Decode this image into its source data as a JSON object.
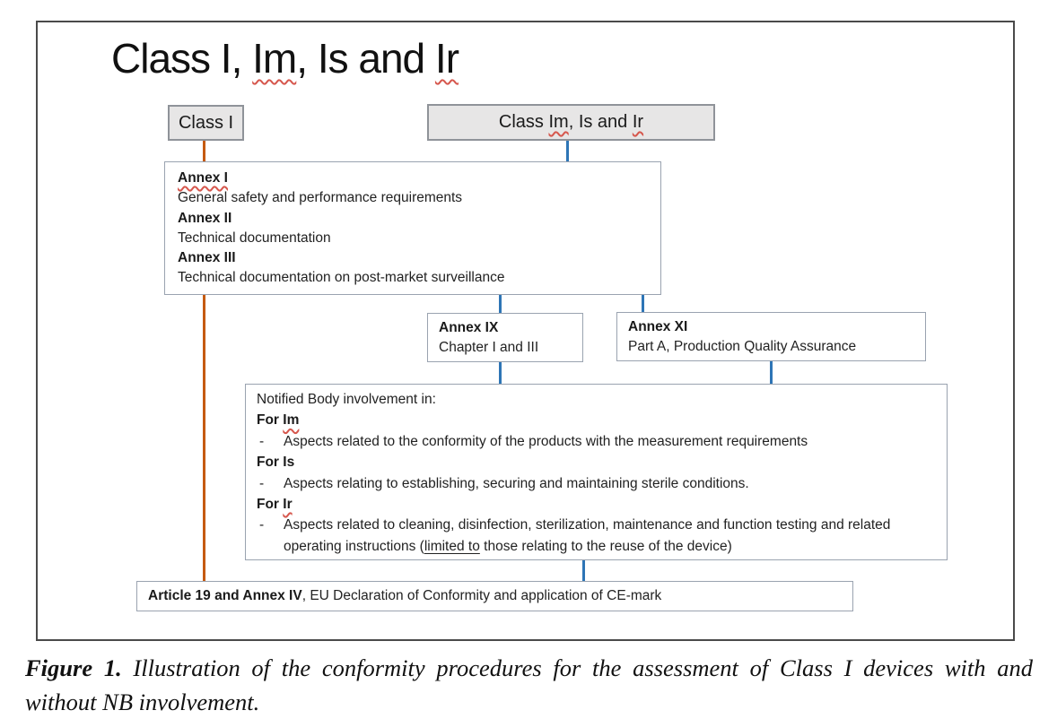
{
  "colors": {
    "orange_connector": "#C55A11",
    "blue_connector": "#2E75B6",
    "top_box_fill": "#E7E6E6",
    "box_border": "#9AA3B0",
    "frame_border": "#4A4A4A",
    "spellcheck_squiggle": "#D6574D"
  },
  "diagram": {
    "title": {
      "p1": "Class I, ",
      "p2": "Im",
      "p3": ", Is and ",
      "p4": "Ir"
    },
    "class1_box": {
      "label": "Class I"
    },
    "class_im_box": {
      "p1": "Class ",
      "p2": "Im",
      "p3": ", Is and ",
      "p4": "Ir"
    },
    "annex_box": {
      "items": [
        {
          "heading": "Annex I",
          "desc": "General safety and performance requirements"
        },
        {
          "heading": "Annex II",
          "desc": "Technical documentation"
        },
        {
          "heading": "Annex III",
          "desc": "Technical documentation on post-market surveillance"
        }
      ]
    },
    "annex9_box": {
      "heading": "Annex IX",
      "desc": "Chapter I and III"
    },
    "annex11_box": {
      "heading": "Annex XI",
      "desc": "Part A, Production Quality Assurance"
    },
    "nb_box": {
      "intro": "Notified Body involvement in:",
      "groups": [
        {
          "label_p1": "For ",
          "label_p2": "Im",
          "dash": "-",
          "item": "Aspects related to the conformity of the products with the measurement requirements"
        },
        {
          "label_p1": "For ",
          "label_p2": "Is",
          "dash": "-",
          "item": "Aspects relating to establishing, securing and maintaining sterile conditions."
        },
        {
          "label_p1": "For ",
          "label_p2": "Ir",
          "dash": "-",
          "item_pre": "Aspects related to cleaning, disinfection, sterilization, maintenance and function testing and related operating instructions (",
          "item_underlined": "limited to",
          "item_post": " those relating to the reuse of the device)"
        }
      ]
    },
    "article19_box": {
      "bold": "Article 19 and Annex IV",
      "rest": ", EU Declaration of Conformity and application of CE-mark"
    }
  },
  "caption": {
    "line1_bold": "Figure 1.",
    "line1_rest": " Illustration of the conformity procedures for the assessment of Class I devices with and",
    "line2": "without NB involvement."
  }
}
